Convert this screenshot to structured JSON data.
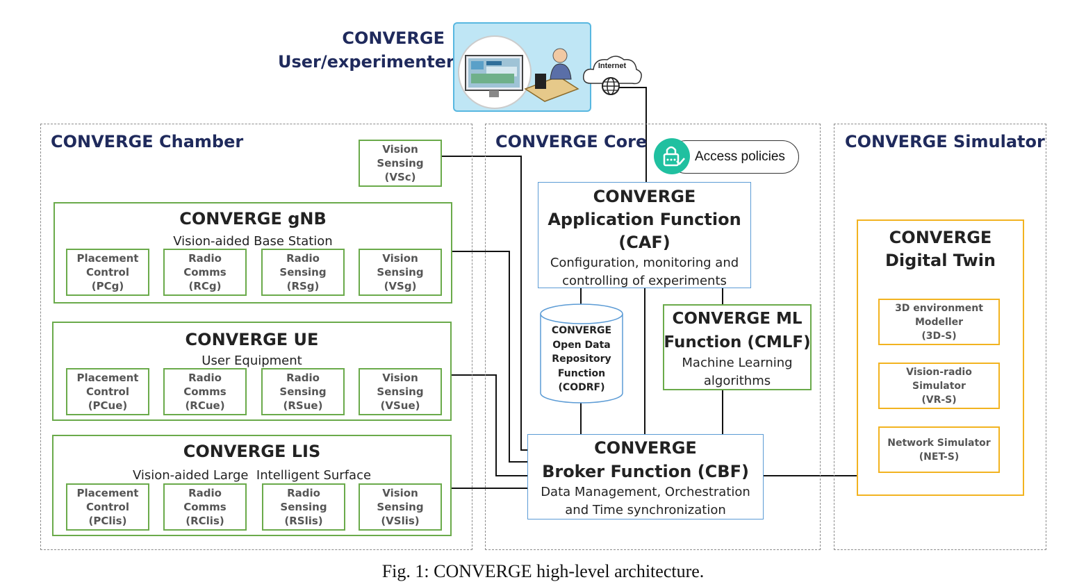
{
  "user": {
    "title_line1": "CONVERGE",
    "title_line2": "User/experimenter",
    "cloud_label": "Internet"
  },
  "access": {
    "label": "Access policies"
  },
  "chamber": {
    "title": "CONVERGE Chamber",
    "vsc": [
      "Vision",
      "Sensing",
      "(VSc)"
    ],
    "gnb": {
      "title": "CONVERGE gNB",
      "subtitle": "Vision-aided Base Station",
      "units": [
        [
          "Placement",
          "Control",
          "(PCg)"
        ],
        [
          "Radio",
          "Comms",
          "(RCg)"
        ],
        [
          "Radio",
          "Sensing",
          "(RSg)"
        ],
        [
          "Vision",
          "Sensing",
          "(VSg)"
        ]
      ]
    },
    "ue": {
      "title": "CONVERGE UE",
      "subtitle": "User Equipment",
      "units": [
        [
          "Placement",
          "Control",
          "(PCue)"
        ],
        [
          "Radio",
          "Comms",
          "(RCue)"
        ],
        [
          "Radio",
          "Sensing",
          "(RSue)"
        ],
        [
          "Vision",
          "Sensing",
          "(VSue)"
        ]
      ]
    },
    "lis": {
      "title": "CONVERGE LIS",
      "subtitle": "Vision-aided Large  Intelligent Surface",
      "units": [
        [
          "Placement",
          "Control",
          "(PClis)"
        ],
        [
          "Radio",
          "Comms",
          "(RClis)"
        ],
        [
          "Radio",
          "Sensing",
          "(RSlis)"
        ],
        [
          "Vision",
          "Sensing",
          "(VSlis)"
        ]
      ]
    }
  },
  "core": {
    "title": "CONVERGE Core",
    "caf": {
      "title": [
        "CONVERGE",
        "Application Function",
        "(CAF)"
      ],
      "desc": [
        "Configuration, monitoring and",
        "controlling of experiments"
      ]
    },
    "codrf": [
      "CONVERGE",
      "Open Data",
      "Repository",
      "Function",
      "(CODRF)"
    ],
    "cmlf": {
      "title": [
        "CONVERGE ML",
        "Function (CMLF)"
      ],
      "desc": [
        "Machine Learning",
        "algorithms"
      ]
    },
    "cbf": {
      "title": [
        "CONVERGE",
        "Broker Function (CBF)"
      ],
      "desc": [
        "Data Management, Orchestration",
        "and Time synchronization"
      ]
    }
  },
  "simulator": {
    "title": "CONVERGE Simulator",
    "twin": {
      "title": [
        "CONVERGE",
        "Digital Twin"
      ]
    },
    "units": [
      [
        "3D environment",
        "Modeller",
        "(3D-S)"
      ],
      [
        "Vision-radio",
        "Simulator",
        "(VR-S)"
      ],
      [
        "Network Simulator",
        "(NET-S)"
      ]
    ]
  },
  "caption": "Fig. 1: CONVERGE high-level architecture."
}
